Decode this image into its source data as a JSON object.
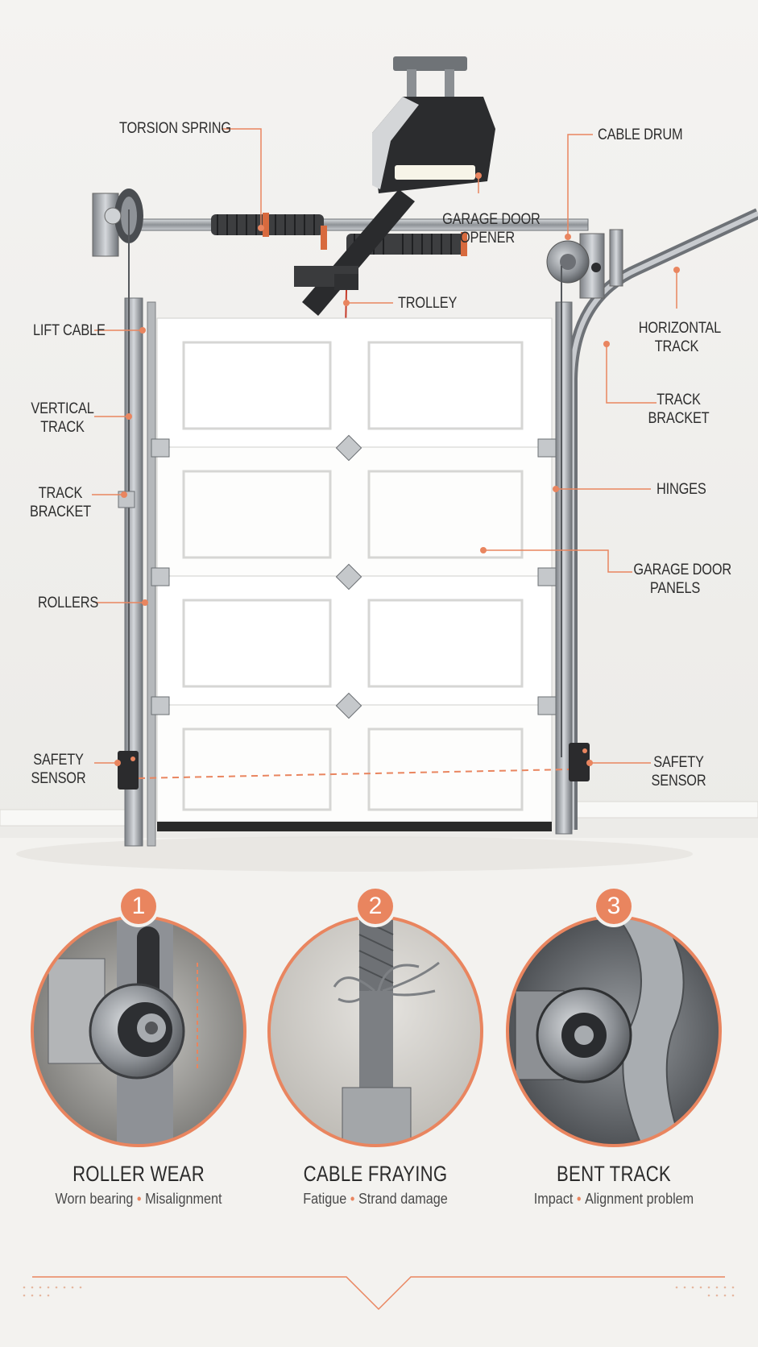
{
  "labels": {
    "torsion_spring": "TORSION SPRING",
    "cable_drum": "CABLE DRUM",
    "opener_1": "GARAGE DOOR",
    "opener_2": "OPENER",
    "trolley": "TROLLEY",
    "lift_cable": "LIFT CABLE",
    "horizontal_track_1": "HORIZONTAL",
    "horizontal_track_2": "TRACK",
    "vertical_track_1": "VERTICAL",
    "vertical_track_2": "TRACK",
    "track_bracket_right_1": "TRACK",
    "track_bracket_right_2": "BRACKET",
    "track_bracket_left_1": "TRACK",
    "track_bracket_left_2": "BRACKET",
    "hinges": "HINGES",
    "panels_1": "GARAGE DOOR",
    "panels_2": "PANELS",
    "rollers": "ROLLERS",
    "safety_sensor_left_1": "SAFETY",
    "safety_sensor_left_2": "SENSOR",
    "safety_sensor_right_1": "SAFETY",
    "safety_sensor_right_2": "SENSOR"
  },
  "problems": [
    {
      "number": "1",
      "title": "ROLLER WEAR",
      "detail_a": "Worn bearing",
      "detail_b": "Misalignment",
      "separator": "•"
    },
    {
      "number": "2",
      "title": "CABLE FRAYING",
      "detail_a": "Fatigue",
      "detail_b": "Strand damage",
      "separator": "•"
    },
    {
      "number": "3",
      "title": "BENT TRACK",
      "detail_a": "Impact",
      "detail_b": "Alignment problem",
      "separator": "•"
    }
  ],
  "colors": {
    "accent": "#e9855f",
    "background": "#f3f2ef",
    "steel": "#9a9ea3",
    "door": "#ffffff"
  }
}
